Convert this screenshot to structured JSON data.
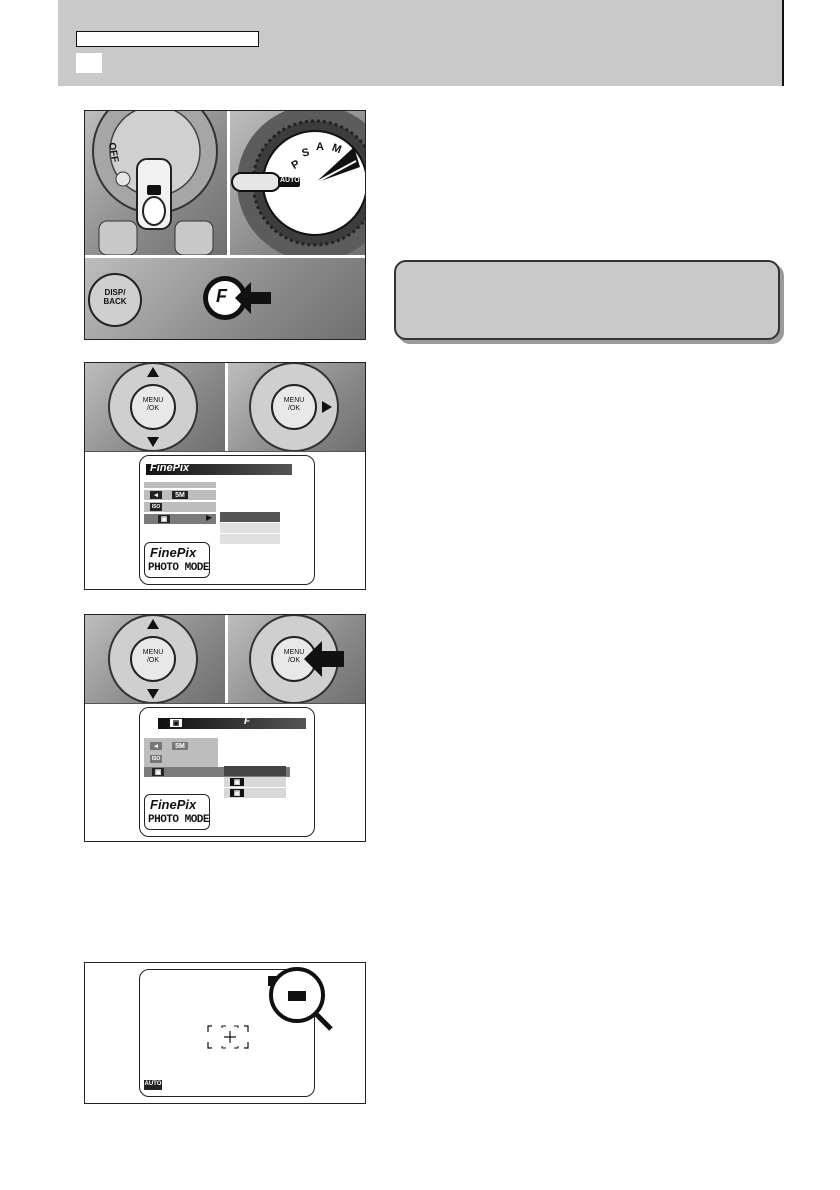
{
  "fig1": {
    "off_label": "OFF",
    "disp_label": "DISP/\nBACK",
    "dial": {
      "auto_label": "AUTO",
      "letters": [
        "P",
        "S",
        "A",
        "M"
      ]
    }
  },
  "fig2": {
    "menu_ok_label": "MENU\n/OK",
    "screen": {
      "title": "FinePix",
      "size_value": "5M",
      "iso_label": "ISO",
      "logo": "FinePix",
      "mode": "PHOTO MODE"
    }
  },
  "fig3": {
    "menu_ok_label": "MENU\n/OK",
    "screen": {
      "size_value": "5M",
      "iso_label": "ISO",
      "logo": "FinePix",
      "mode": "PHOTO MODE"
    }
  },
  "fig4": {
    "auto_label": "AUTO"
  },
  "colors": {
    "header_band": "#c9c9c9",
    "note_fill": "#c9c9c9",
    "lcd_border": "#222222"
  }
}
